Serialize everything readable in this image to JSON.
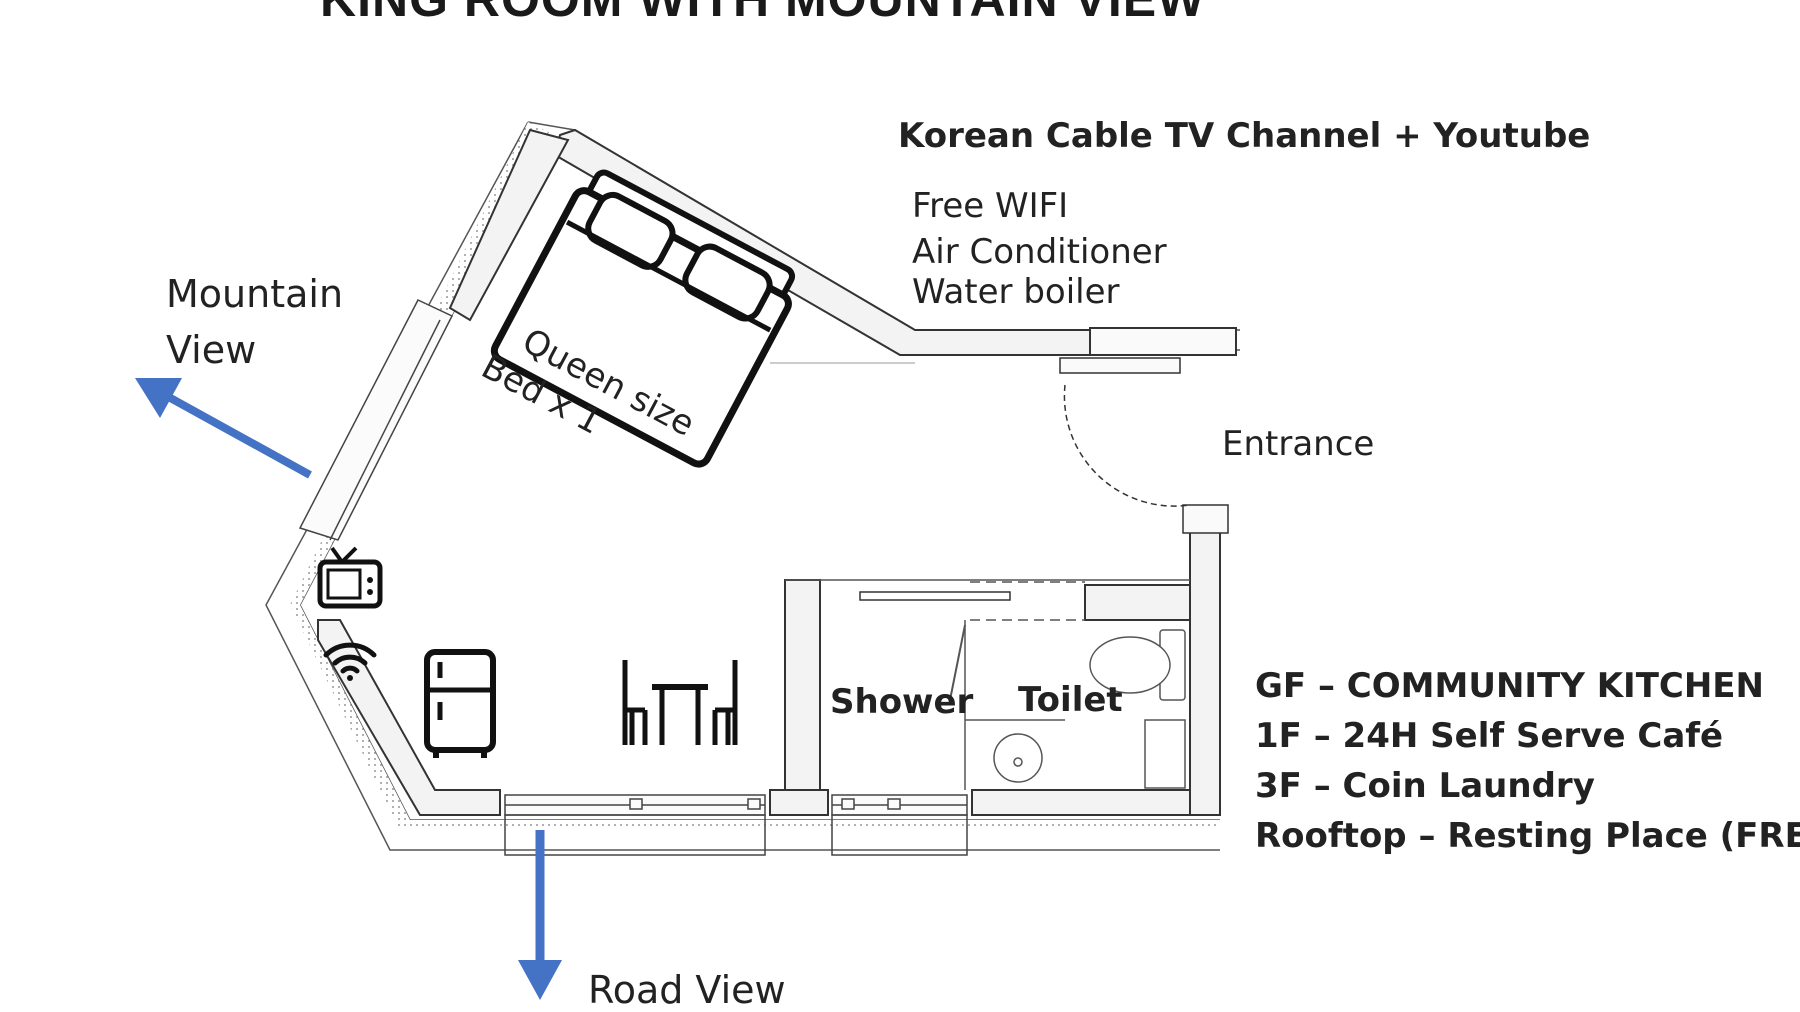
{
  "title": "KING ROOM WITH MOUNTAIN VIEW",
  "top_note": "Korean Cable TV Channel +  Youtube",
  "amenities": [
    "Free WIFI",
    "Air Conditioner",
    "Water boiler"
  ],
  "mountain_view": [
    "Mountain",
    "View"
  ],
  "bed_label": [
    "Queen size",
    "Bed x  1"
  ],
  "entrance": "Entrance",
  "shower": "Shower",
  "toilet": "Toilet",
  "floors": [
    "GF – COMMUNITY KITCHEN",
    "1F – 24H Self Serve Café",
    "3F – Coin Laundry",
    "Rooftop – Resting Place (FREE)"
  ],
  "road_view": "Road View",
  "icons": {
    "tv": "tv-icon",
    "wifi": "wifi-icon",
    "fridge": "fridge-icon",
    "dining": "dining-table-icon",
    "arrow_mountain": "arrow-up-left-icon",
    "arrow_road": "arrow-down-icon"
  },
  "colors": {
    "arrow": "#4472c4",
    "wall": "#444444",
    "text": "#222222"
  }
}
